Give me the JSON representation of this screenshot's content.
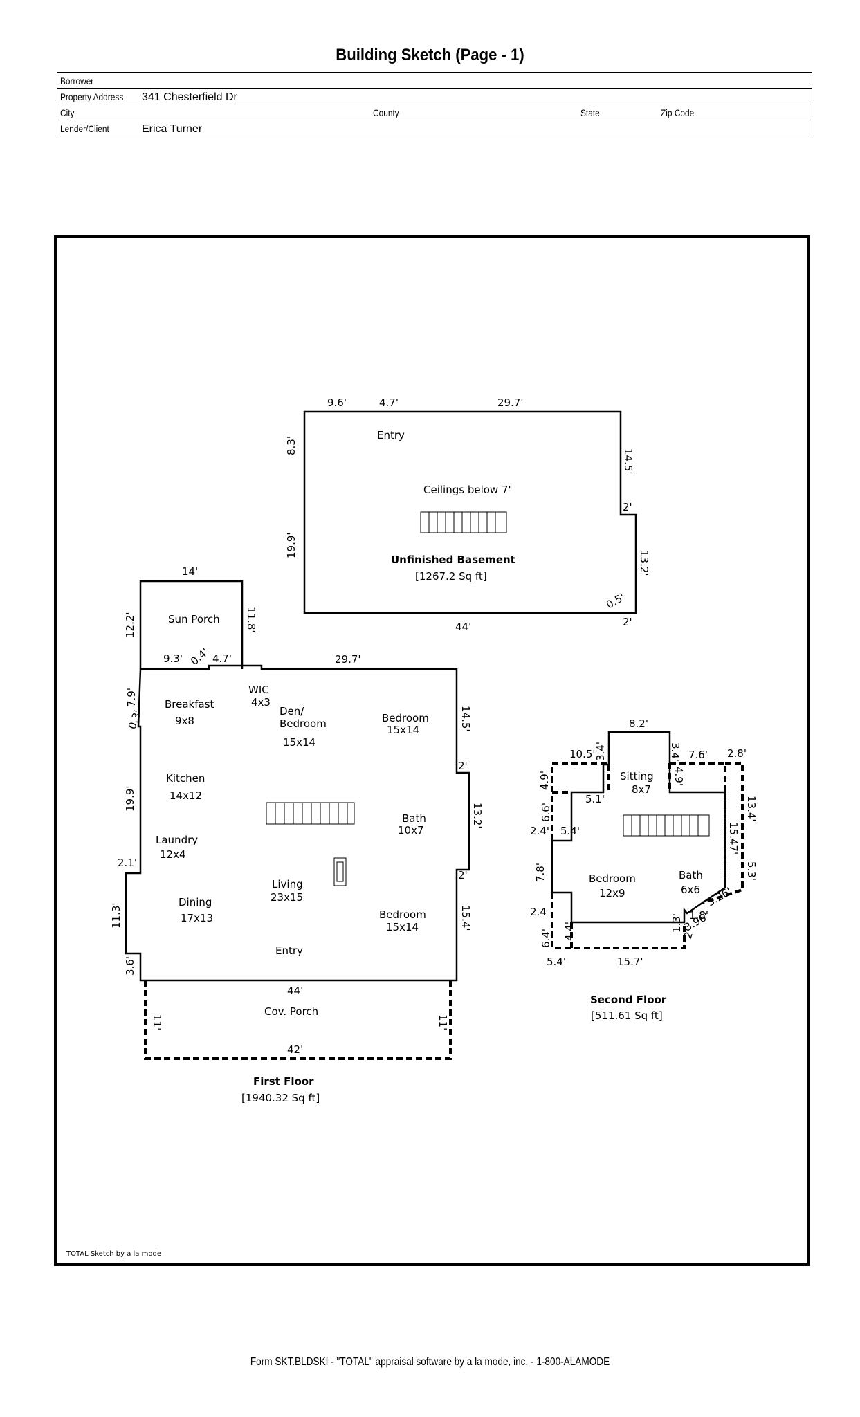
{
  "header": {
    "title": "Building Sketch (Page - 1)",
    "borrower_label": "Borrower",
    "borrower_value": "",
    "property_address_label": "Property Address",
    "property_address_value": "341 Chesterfield Dr",
    "city_label": "City",
    "county_label": "County",
    "state_label": "State",
    "zip_label": "Zip Code",
    "lender_label": "Lender/Client",
    "lender_value": "Erica Turner"
  },
  "sketch": {
    "credit": "TOTAL Sketch by a la mode",
    "basement": {
      "name": "Unfinished Basement",
      "area": "[1267.2 Sq ft]",
      "rooms": [
        "Entry",
        "Ceilings below 7'"
      ],
      "dims": [
        "9.6'",
        "4.7'",
        "29.7'",
        "8.3'",
        "19.9'",
        "14.5'",
        "2'",
        "13.2'",
        "0.5'",
        "2'",
        "44'"
      ]
    },
    "first_floor": {
      "name": "First Floor",
      "area": "[1940.32 Sq ft]",
      "rooms": {
        "sun_porch": "Sun Porch",
        "breakfast": "Breakfast",
        "breakfast_size": "9x8",
        "wic": "WIC",
        "wic_size": "4x3",
        "den": "Den/",
        "den2": "Bedroom",
        "den_size": "15x14",
        "bedroom1": "Bedroom",
        "bedroom1_size": "15x14",
        "kitchen": "Kitchen",
        "kitchen_size": "14x12",
        "bath": "Bath",
        "bath_size": "10x7",
        "laundry": "Laundry",
        "laundry_size": "12x4",
        "living": "Living",
        "living_size": "23x15",
        "dining": "Dining",
        "dining_size": "17x13",
        "bedroom2": "Bedroom",
        "bedroom2_size": "15x14",
        "entry": "Entry",
        "porch": "Cov. Porch"
      },
      "dims": {
        "sp_top": "14'",
        "sp_left": "12.2'",
        "sp_right": "11.8'",
        "d93": "9.3'",
        "d04": "0.4'",
        "d47": "4.7'",
        "top": "29.7'",
        "l03": "0.3'",
        "l79": "7.9'",
        "l199": "19.9'",
        "l21": "2.1'",
        "l113": "11.3'",
        "l36": "3.6'",
        "r145": "14.5'",
        "r2a": "2'",
        "r132": "13.2'",
        "r2b": "2'",
        "r154": "15.4'",
        "bottom": "44'",
        "p_left": "11'",
        "p_right": "11'",
        "p_bottom": "42'"
      }
    },
    "second_floor": {
      "name": "Second Floor",
      "area": "[511.61 Sq ft]",
      "rooms": {
        "sitting": "Sitting",
        "sitting_size": "8x7",
        "bedroom": "Bedroom",
        "bedroom_size": "12x9",
        "bath": "Bath",
        "bath_size": "6x6"
      },
      "dims": [
        "8.2'",
        "10.5'",
        "3.4'",
        "3.4'",
        "7.6'",
        "2.8'",
        "4.9'",
        "4.9'",
        "5.1'",
        "6.6'",
        "5.4'",
        "2.4'",
        "13.4'",
        "15.47'",
        "7.8'",
        "5.3'",
        "2.4",
        "4.4'",
        "6.4'",
        "1.8'",
        "1.3'",
        "3.26'",
        "3.96'",
        "2'",
        "5.4'",
        "15.7'"
      ]
    }
  },
  "footer": {
    "text": "Form SKT.BLDSKI - \"TOTAL\" appraisal software by a la mode, inc. - 1-800-ALAMODE"
  }
}
